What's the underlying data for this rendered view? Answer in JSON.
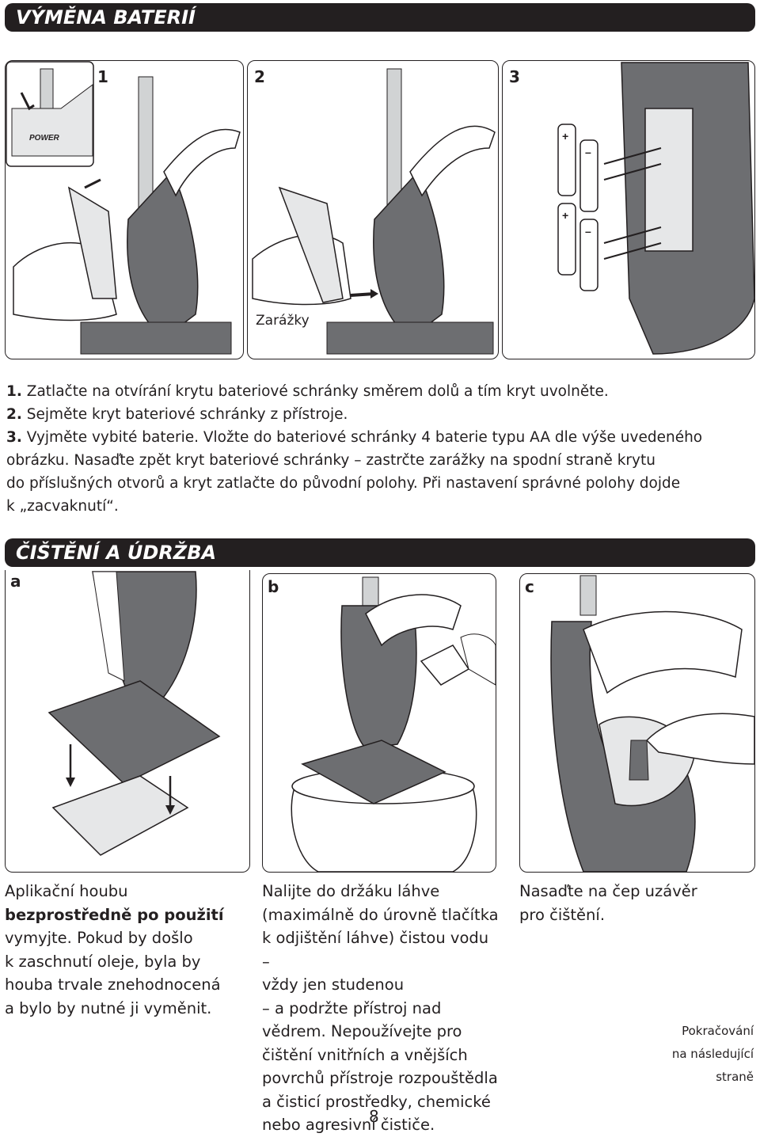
{
  "section1": {
    "title": "VÝMĚNA BATERIÍ",
    "panel_numbers": [
      "1",
      "2",
      "3"
    ],
    "callout": "Zarážky",
    "steps": [
      {
        "n": "1.",
        "text": "Zatlačte na otvírání krytu bateriové schránky směrem dolů a tím kryt uvolněte."
      },
      {
        "n": "2.",
        "text": "Sejměte kryt bateriové schránky z přístroje."
      },
      {
        "n": "3.",
        "text": "Vyjměte vybité baterie. Vložte do bateriové schránky 4 baterie typu AA dle výše uvedeného"
      },
      {
        "n": "",
        "text": "obrázku. Nasaďte zpět kryt bateriové schránky – zastrčte zarážky na spodní straně krytu"
      },
      {
        "n": "",
        "text": "do příslušných otvorů a kryt zatlačte do původní polohy. Při nastavení správné polohy dojde"
      },
      {
        "n": "",
        "text": "k „zacvaknutí“."
      }
    ]
  },
  "section2": {
    "title": "ČIŠTĚNÍ A ÚDRŽBA",
    "panel_letters": [
      "a",
      "b",
      "c"
    ],
    "col_a": {
      "line1": "Aplikační houbu",
      "line2_bold": "bezprostředně po použití",
      "rest": [
        "vymyjte. Pokud by došlo",
        "k zaschnutí oleje, byla by",
        "houba trvale znehodnocená",
        "a bylo by nutné ji vyměnit."
      ]
    },
    "col_b": {
      "lines": [
        "Nalijte do držáku láhve",
        "(maximálně do úrovně tlačítka",
        "k odjištění láhve) čistou vodu –",
        "vždy jen studenou",
        "– a podržte přístroj nad",
        "vědrem. Nepoužívejte pro",
        "čištění vnitřních a vnějších",
        "povrchů přístroje rozpouštědla",
        "a čisticí prostředky, chemické",
        "nebo agresivní čističe."
      ]
    },
    "col_c": {
      "lines": [
        "Nasaďte na čep uzávěr",
        "pro čištění."
      ]
    }
  },
  "continued": [
    "Pokračování",
    "na následující",
    "straně"
  ],
  "page_number": "8",
  "colors": {
    "ink": "#231f20",
    "device_grey": "#6d6e71",
    "light_grey": "#d1d3d4"
  }
}
